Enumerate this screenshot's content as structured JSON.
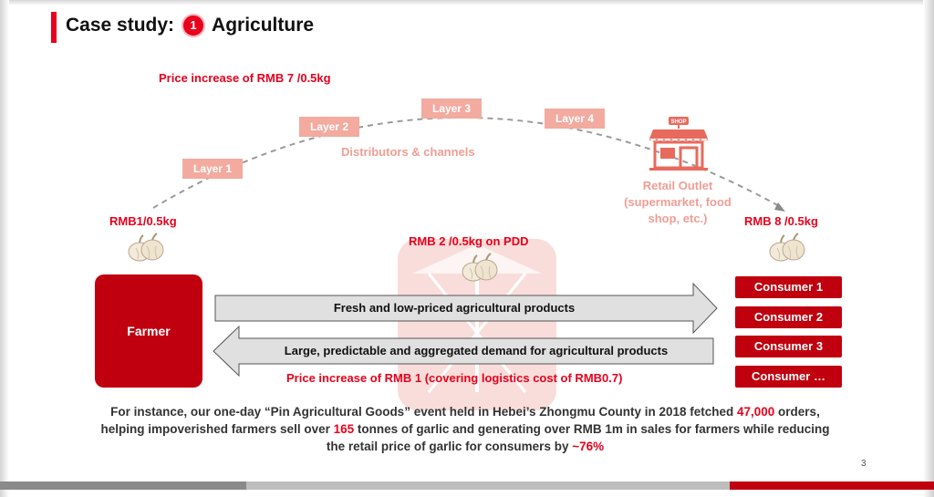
{
  "header": {
    "title_prefix": "Case study:",
    "number": "1",
    "title": "Agriculture"
  },
  "top_price_note": "Price increase of RMB 7 /0.5kg",
  "layers": [
    "Layer 1",
    "Layer 2",
    "Layer 3",
    "Layer 4"
  ],
  "distributors_label": "Distributors & channels",
  "retail": {
    "shop_sign": "SHOP",
    "line1": "Retail Outlet",
    "line2": "(supermarket, food",
    "line3": "shop, etc.)"
  },
  "prices": {
    "farmer": "RMB1/0.5kg",
    "pdd": "RMB 2 /0.5kg on PDD",
    "consumer": "RMB 8 /0.5kg"
  },
  "farmer_label": "Farmer",
  "consumers": [
    "Consumer 1",
    "Consumer 2",
    "Consumer 3",
    "Consumer …"
  ],
  "arrows": {
    "right": "Fresh and low-priced agricultural products",
    "left": "Large, predictable and aggregated demand for agricultural products"
  },
  "logistics_note": "Price increase of RMB 1 (covering logistics cost of RMB0.7)",
  "bottom": {
    "p1": "For instance, our one-day “Pin Agricultural Goods” event held in Hebei’s Zhongmu County in 2018 fetched ",
    "h1": "47,000",
    "p2": " orders,",
    "p3": "helping impoverished farmers sell over ",
    "h2": "165",
    "p4": " tonnes of garlic and generating over RMB 1m in sales for farmers while reducing",
    "p5": "the retail price of garlic for consumers by ",
    "h3": "~76%"
  },
  "page_number": "3",
  "colors": {
    "accent_red": "#e8001c",
    "dark_red": "#c0000e",
    "layer_pink": "#f3aa9f"
  }
}
